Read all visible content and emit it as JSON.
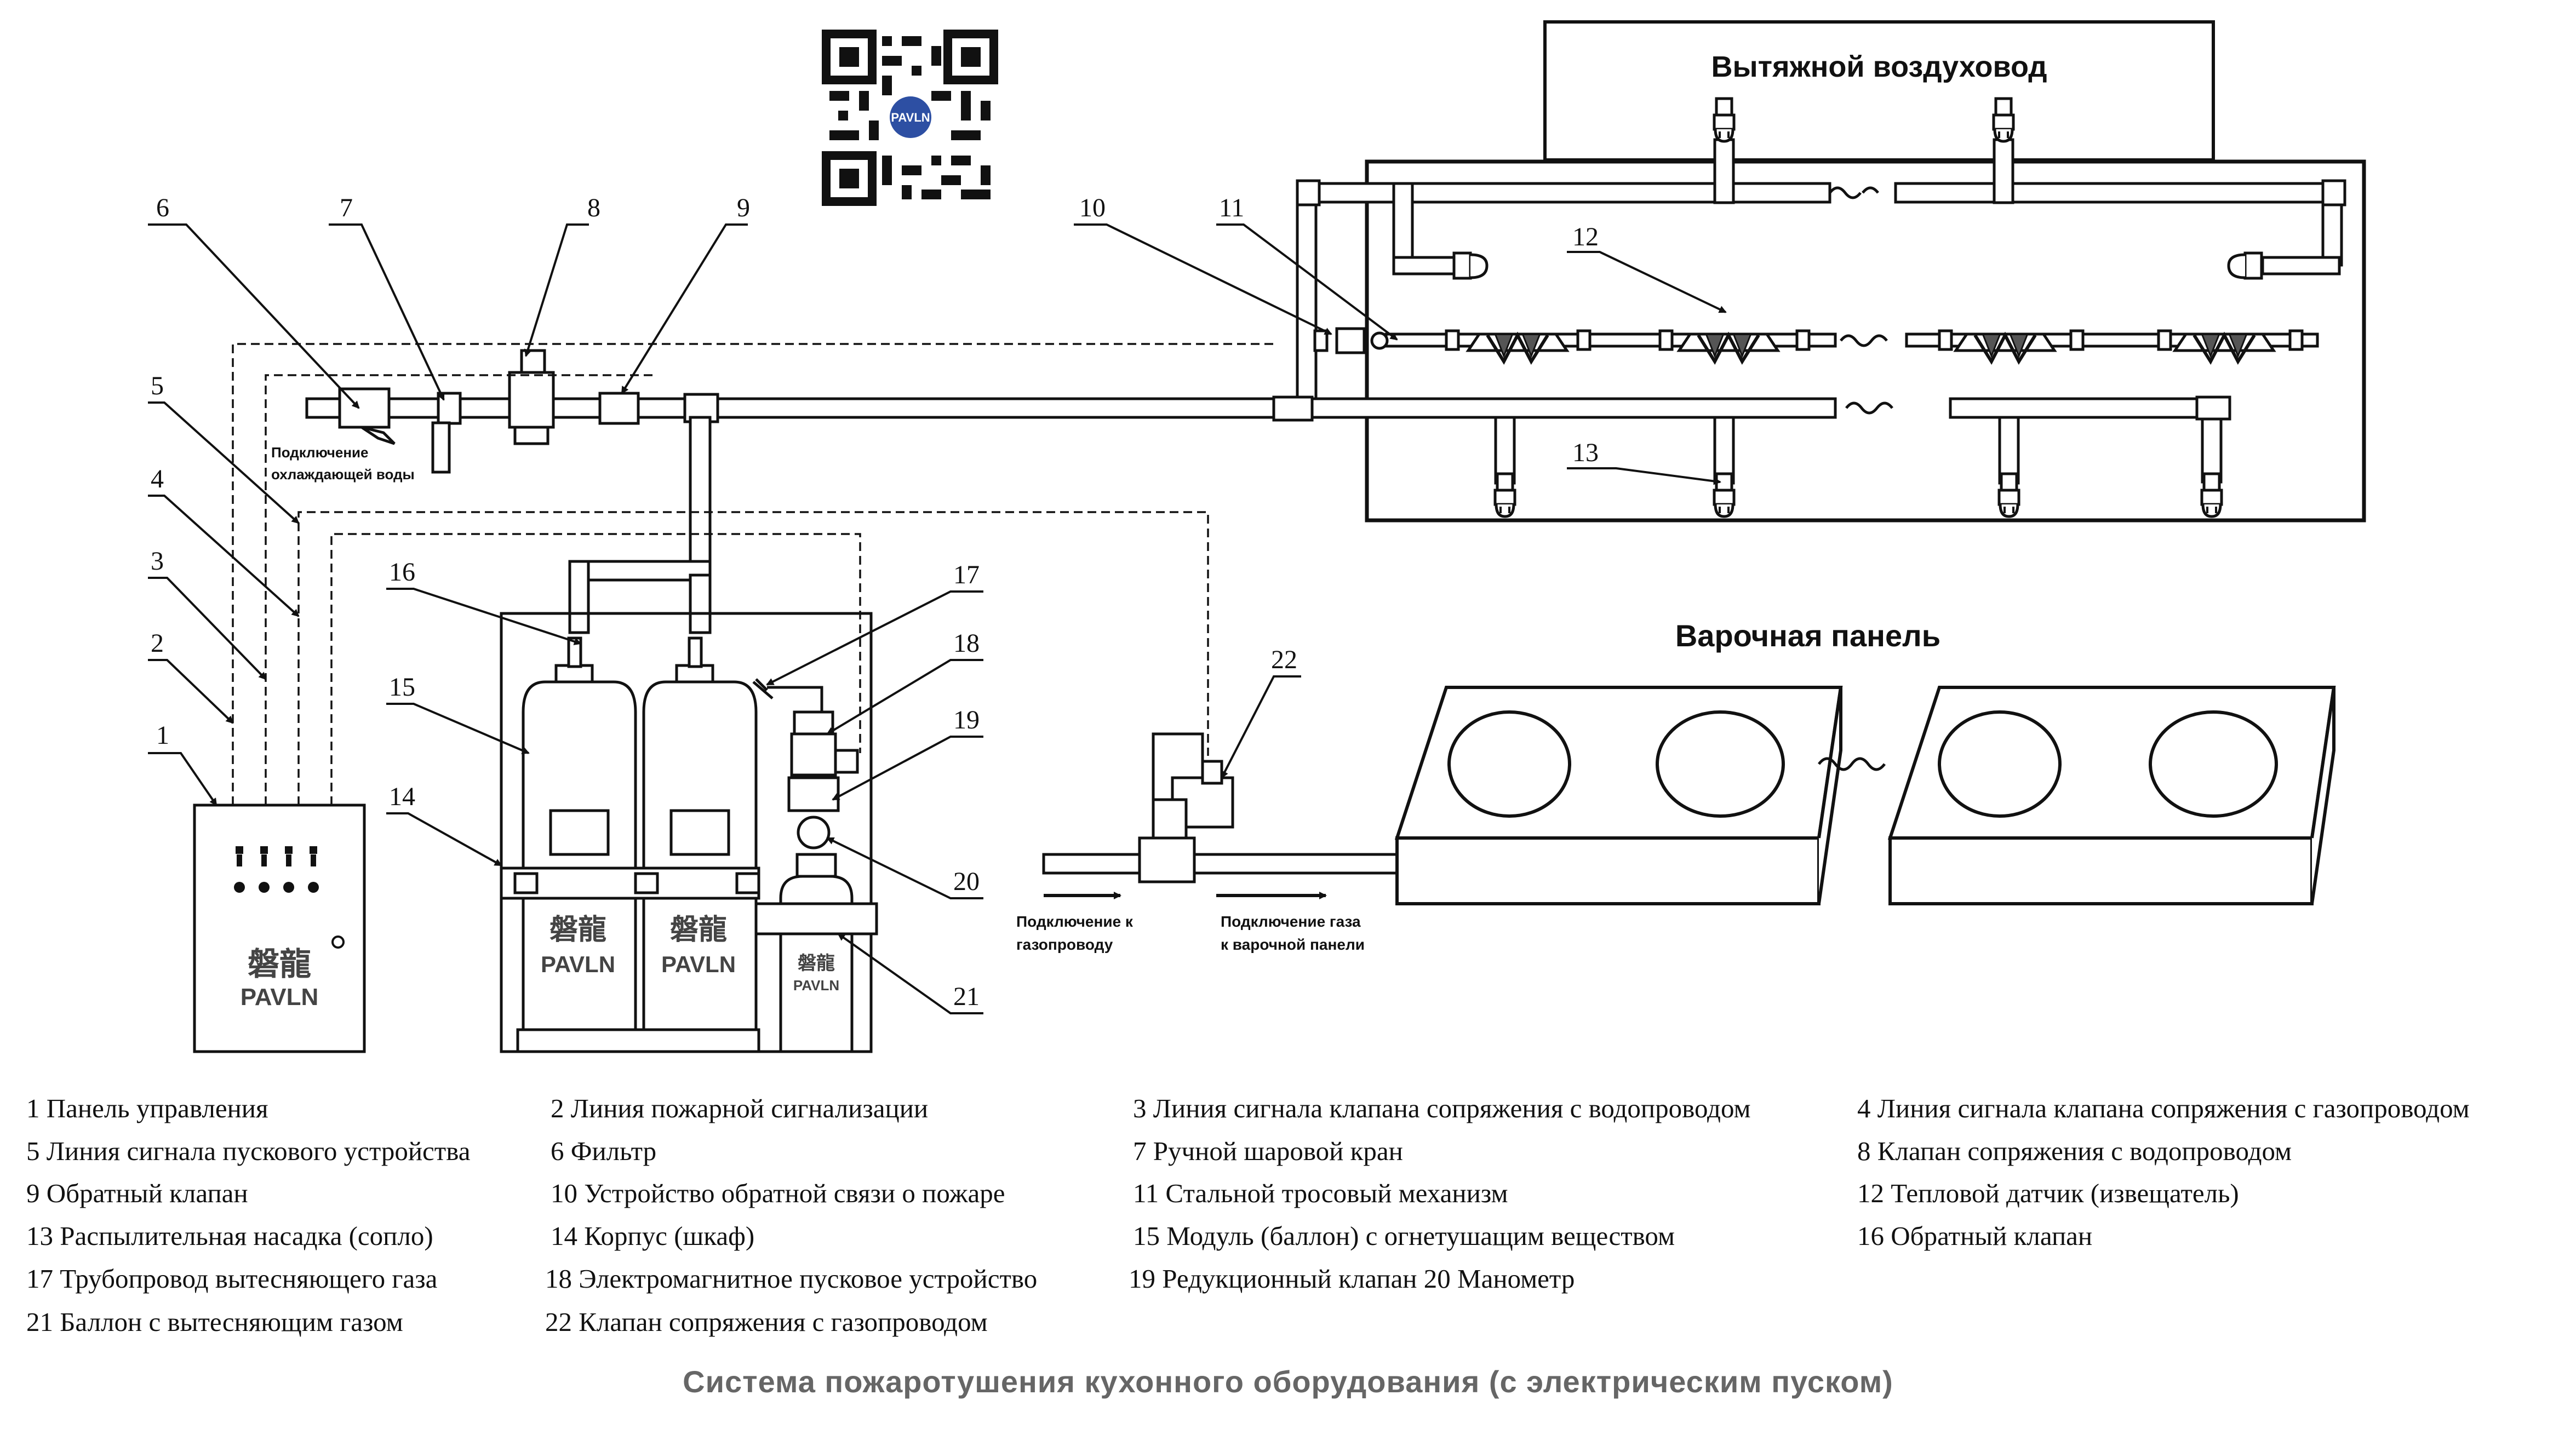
{
  "labels": {
    "exhaust_duct": "Вытяжной воздуховод",
    "cooktop": "Варочная панель",
    "water_connection_1": "Подключение",
    "water_connection_2": "охлаждающей воды",
    "gas_main_1": "Подключение к",
    "gas_main_2": "газопроводу",
    "gas_cooktop_1": "Подключение газа",
    "gas_cooktop_2": "к варочной панели",
    "brand_cn": "磐龍",
    "brand_en": "PAVLN"
  },
  "callouts": [
    "1",
    "2",
    "3",
    "4",
    "5",
    "6",
    "7",
    "8",
    "9",
    "10",
    "11",
    "12",
    "13",
    "14",
    "15",
    "16",
    "17",
    "18",
    "19",
    "20",
    "21",
    "22"
  ],
  "legend": [
    "1 Панель управления",
    "2 Линия пожарной сигнализации",
    "3 Линия сигнала клапана сопряжения с водопроводом",
    "4 Линия сигнала клапана сопряжения с газопроводом",
    "5 Линия сигнала пускового устройства",
    "6 Фильтр",
    "7 Ручной шаровой кран",
    "8 Клапан сопряжения с водопроводом",
    "9 Обратный клапан",
    "10 Устройство обратной связи о пожаре",
    "11 Стальной тросовый механизм",
    "12 Тепловой датчик (извещатель)",
    "13 Распылительная насадка (сопло)",
    "14 Корпус (шкаф)",
    "15 Модуль (баллон) с огнетушащим веществом",
    "16 Обратный клапан",
    "17 Трубопровод вытесняющего газа",
    "18 Электромагнитное пусковое устройство",
    "19 Редукционный клапан   20 Манометр",
    "21 Баллон с вытесняющим газом",
    "22 Клапан сопряжения с газопроводом"
  ],
  "caption": "Система пожаротушения кухонного оборудования (с электрическим пуском)",
  "colors": {
    "line": "#1a1a1a",
    "caption": "#666666"
  }
}
